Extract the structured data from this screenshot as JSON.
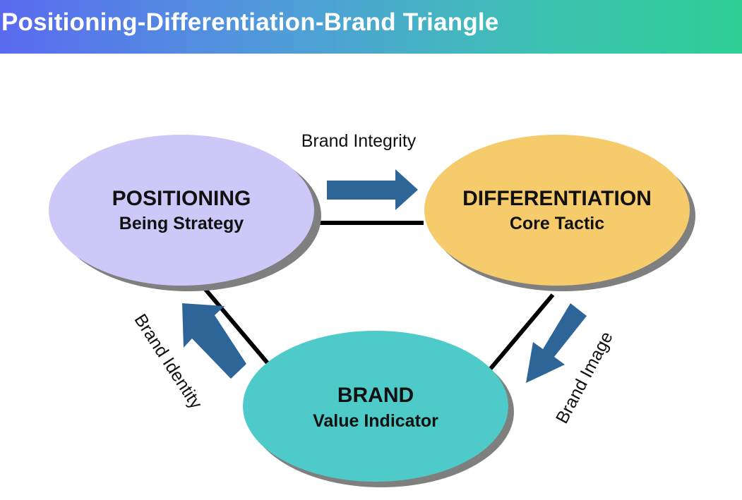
{
  "header": {
    "title": "Positioning-Differentiation-Brand Triangle"
  },
  "nodes": {
    "positioning": {
      "title": "POSITIONING",
      "subtitle": "Being Strategy",
      "color": "#cdc8f8"
    },
    "differentiation": {
      "title": "DIFFERENTIATION",
      "subtitle": "Core Tactic",
      "color": "#f5cb6c"
    },
    "brand": {
      "title": "BRAND",
      "subtitle": "Value Indicator",
      "color": "#4ecbc9"
    }
  },
  "relations": {
    "brand_integrity": "Brand Integrity",
    "brand_identity": "Brand Identity",
    "brand_image": "Brand Image"
  },
  "colors": {
    "arrow": "#2d6599",
    "shadow": "#7f7f7f",
    "connector": "#000000"
  },
  "icons": [
    "right-arrow-icon",
    "up-left-arrow-icon",
    "down-left-arrow-icon"
  ]
}
